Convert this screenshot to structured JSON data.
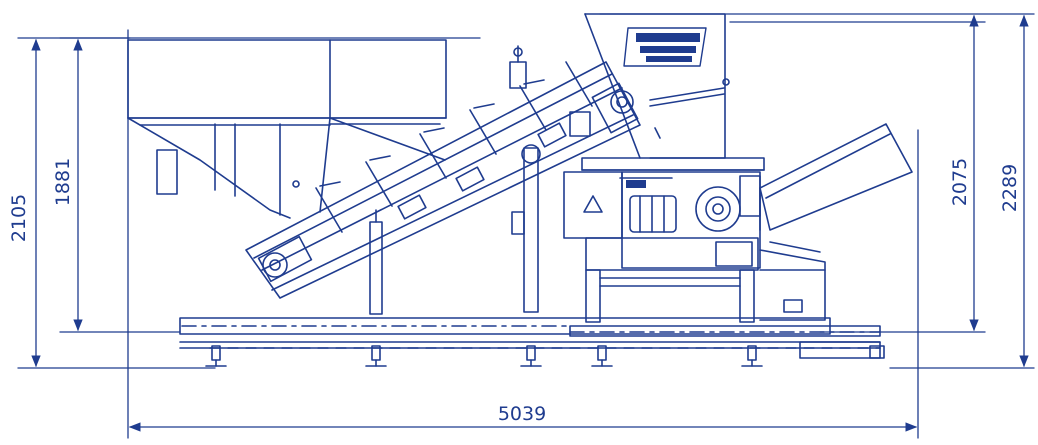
{
  "colors": {
    "line": "#1f3c8f",
    "background": "#ffffff"
  },
  "dimensions": {
    "length": "5039",
    "height_left_outer": "2105",
    "height_left_inner": "1881",
    "height_right_inner": "2075",
    "height_right_outer": "2289"
  },
  "machine": {
    "brand_plate": "Shredder brand plate",
    "warning_symbol": "warning-triangle"
  }
}
